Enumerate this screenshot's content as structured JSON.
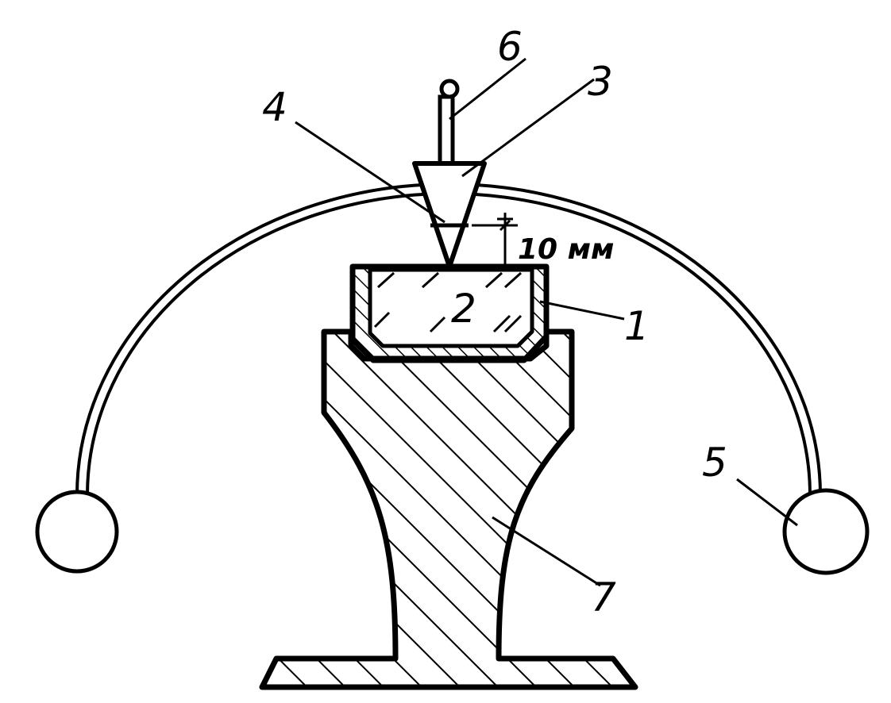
{
  "diagram": {
    "labels": {
      "cup": "1",
      "specimen": "2",
      "cone": "3",
      "cone_mark": "4",
      "counterweights": "5",
      "handle": "6",
      "stand": "7"
    },
    "dimension": "10 мм"
  }
}
